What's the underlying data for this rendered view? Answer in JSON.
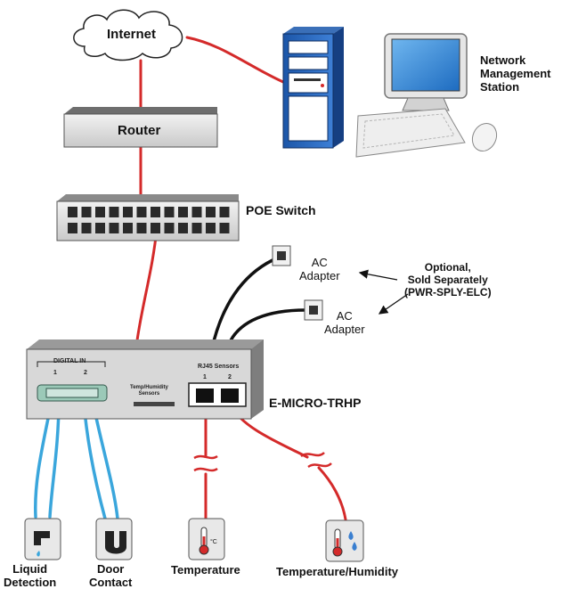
{
  "labels": {
    "internet": "Internet",
    "router": "Router",
    "nms": [
      "Network",
      "Management",
      "Station"
    ],
    "poe_switch": "POE Switch",
    "ac_adapter_1": [
      "AC",
      "Adapter"
    ],
    "ac_adapter_2": [
      "AC",
      "Adapter"
    ],
    "optional_note": [
      "Optional,",
      "Sold Separately",
      "(PWR-SPLY-ELC)"
    ],
    "device_name": "E-MICRO-TRHP",
    "digital_in": "DIGITAL IN",
    "digital_in_ports": [
      "1",
      "2"
    ],
    "temp_humidity_sensors": [
      "Temp/Humidity",
      "Sensors"
    ],
    "rj45_sensors": "RJ45 Sensors",
    "rj45_ports": [
      "1",
      "2"
    ],
    "celsius_mark": "°C",
    "sensors": {
      "liquid_detection": [
        "Liquid",
        "Detection"
      ],
      "door_contact": [
        "Door",
        "Contact"
      ],
      "temperature": "Temperature",
      "temperature_humidity": "Temperature/Humidity"
    }
  },
  "colors": {
    "network_cable": "#d42a2a",
    "power_cable": "#111111",
    "digital_cable": "#3aa6dc",
    "device_body": "#d8d8d8",
    "sensor_body": "#e8e8e8"
  },
  "icons": [
    "cloud-icon",
    "router-icon",
    "server-tower-icon",
    "monitor-icon",
    "keyboard-icon",
    "mouse-icon",
    "network-switch-icon",
    "power-outlet-icon",
    "faucet-icon",
    "magnet-icon",
    "thermometer-icon",
    "water-drops-icon"
  ]
}
